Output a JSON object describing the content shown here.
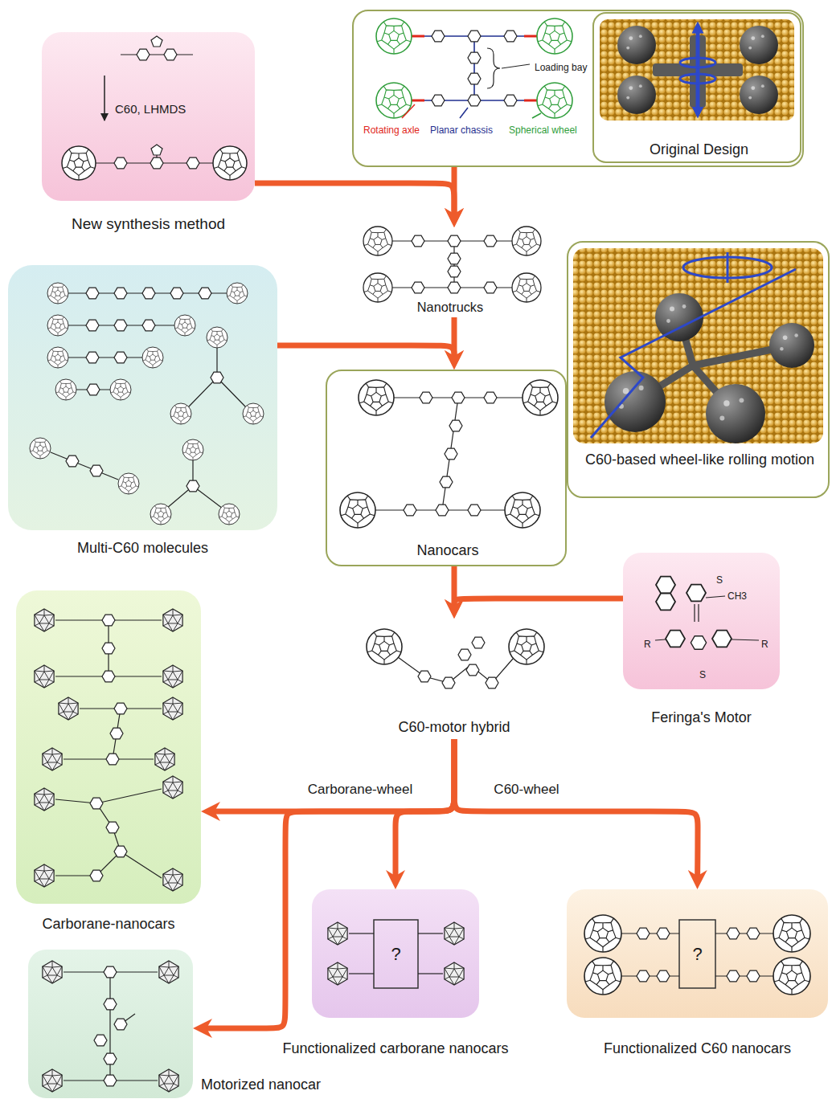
{
  "diagram": {
    "nodes": [
      {
        "text": [
          "C60, LHMDS",
          "New synthesis method"
        ]
      },
      {
        "text": [
          "Loading bay",
          "Rotating axle",
          "Planar chassis",
          "Spherical wheel",
          "Original Design"
        ]
      },
      {
        "text": [
          "Nanotrucks"
        ]
      },
      {
        "text": [
          "Multi-C60 molecules"
        ]
      },
      {
        "text": [
          "Nanocars"
        ]
      },
      {
        "text": [
          "C60-based wheel-like rolling motion"
        ]
      },
      {
        "text": [
          "S",
          "CH3",
          "R",
          "R",
          "S",
          "Feringa's Motor"
        ]
      },
      {
        "text": [
          "C60-motor hybrid"
        ]
      },
      {
        "text": [
          "Carborane-nanocars"
        ]
      },
      {
        "text": [
          "?",
          "Functionalized carborane nanocars"
        ]
      },
      {
        "text": [
          "?",
          "Functionalized C60 nanocars"
        ]
      },
      {
        "text": [
          "Motorized nanocar"
        ]
      }
    ],
    "edges": [
      {
        "from": 0,
        "to": 2,
        "arrow": "to"
      },
      {
        "from": 1,
        "to": 2,
        "arrow": "to"
      },
      {
        "from": 2,
        "to": 4,
        "arrow": "to"
      },
      {
        "from": 3,
        "to": 4,
        "arrow": "to"
      },
      {
        "from": 4,
        "to": 7,
        "arrow": "to"
      },
      {
        "from": 6,
        "to": 7,
        "arrow": "to"
      },
      {
        "from": 7,
        "to": 8,
        "label": "Carborane-wheel",
        "arrow": "to"
      },
      {
        "from": 7,
        "to": 11,
        "arrow": "to"
      },
      {
        "from": 7,
        "to": 9,
        "arrow": "to"
      },
      {
        "from": 7,
        "to": 10,
        "label": "C60-wheel",
        "arrow": "to"
      }
    ]
  }
}
